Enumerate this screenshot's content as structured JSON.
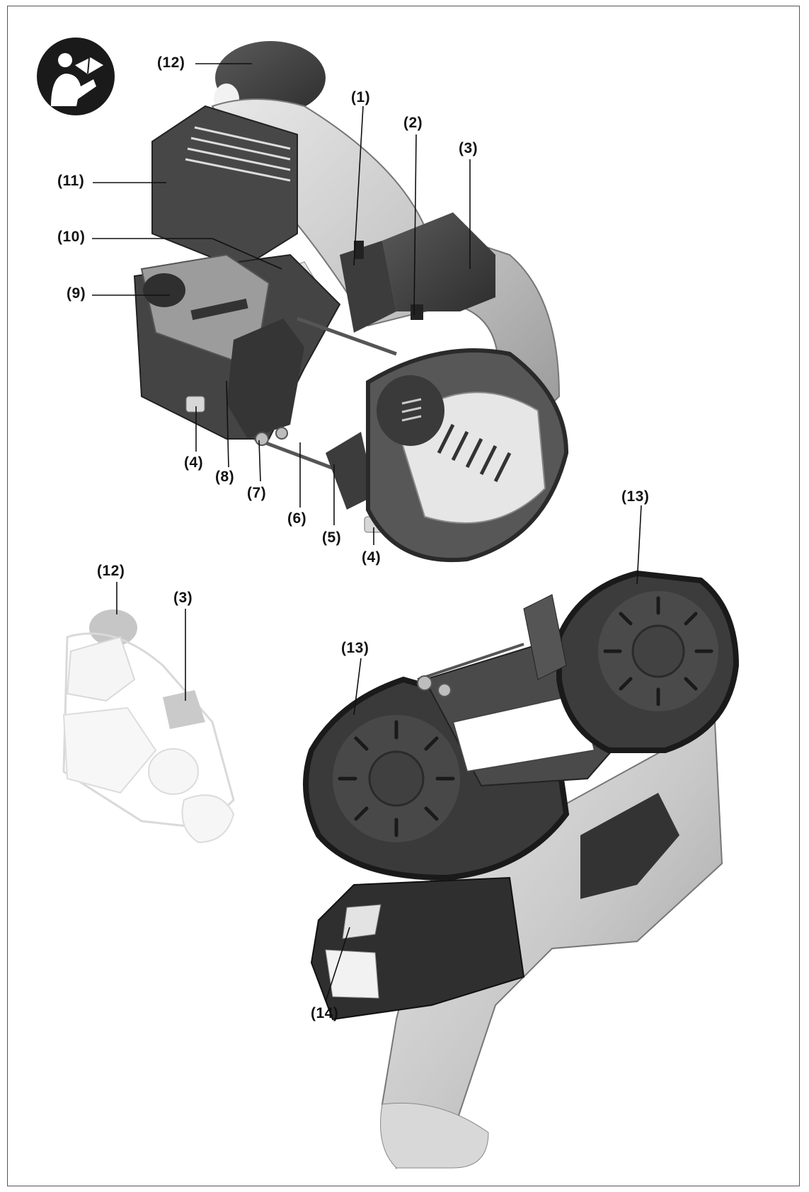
{
  "figure": {
    "manual_icon": "read-manual-icon",
    "callouts": [
      {
        "id": "c12a",
        "label": "(12)"
      },
      {
        "id": "c1",
        "label": "(1)"
      },
      {
        "id": "c2",
        "label": "(2)"
      },
      {
        "id": "c3a",
        "label": "(3)"
      },
      {
        "id": "c11",
        "label": "(11)"
      },
      {
        "id": "c10",
        "label": "(10)"
      },
      {
        "id": "c9",
        "label": "(9)"
      },
      {
        "id": "c4a",
        "label": "(4)"
      },
      {
        "id": "c8",
        "label": "(8)"
      },
      {
        "id": "c7",
        "label": "(7)"
      },
      {
        "id": "c6",
        "label": "(6)"
      },
      {
        "id": "c5",
        "label": "(5)"
      },
      {
        "id": "c4b",
        "label": "(4)"
      },
      {
        "id": "c13a",
        "label": "(13)"
      },
      {
        "id": "c12b",
        "label": "(12)"
      },
      {
        "id": "c3b",
        "label": "(3)"
      },
      {
        "id": "c13b",
        "label": "(13)"
      },
      {
        "id": "c14",
        "label": "(14)"
      }
    ]
  }
}
